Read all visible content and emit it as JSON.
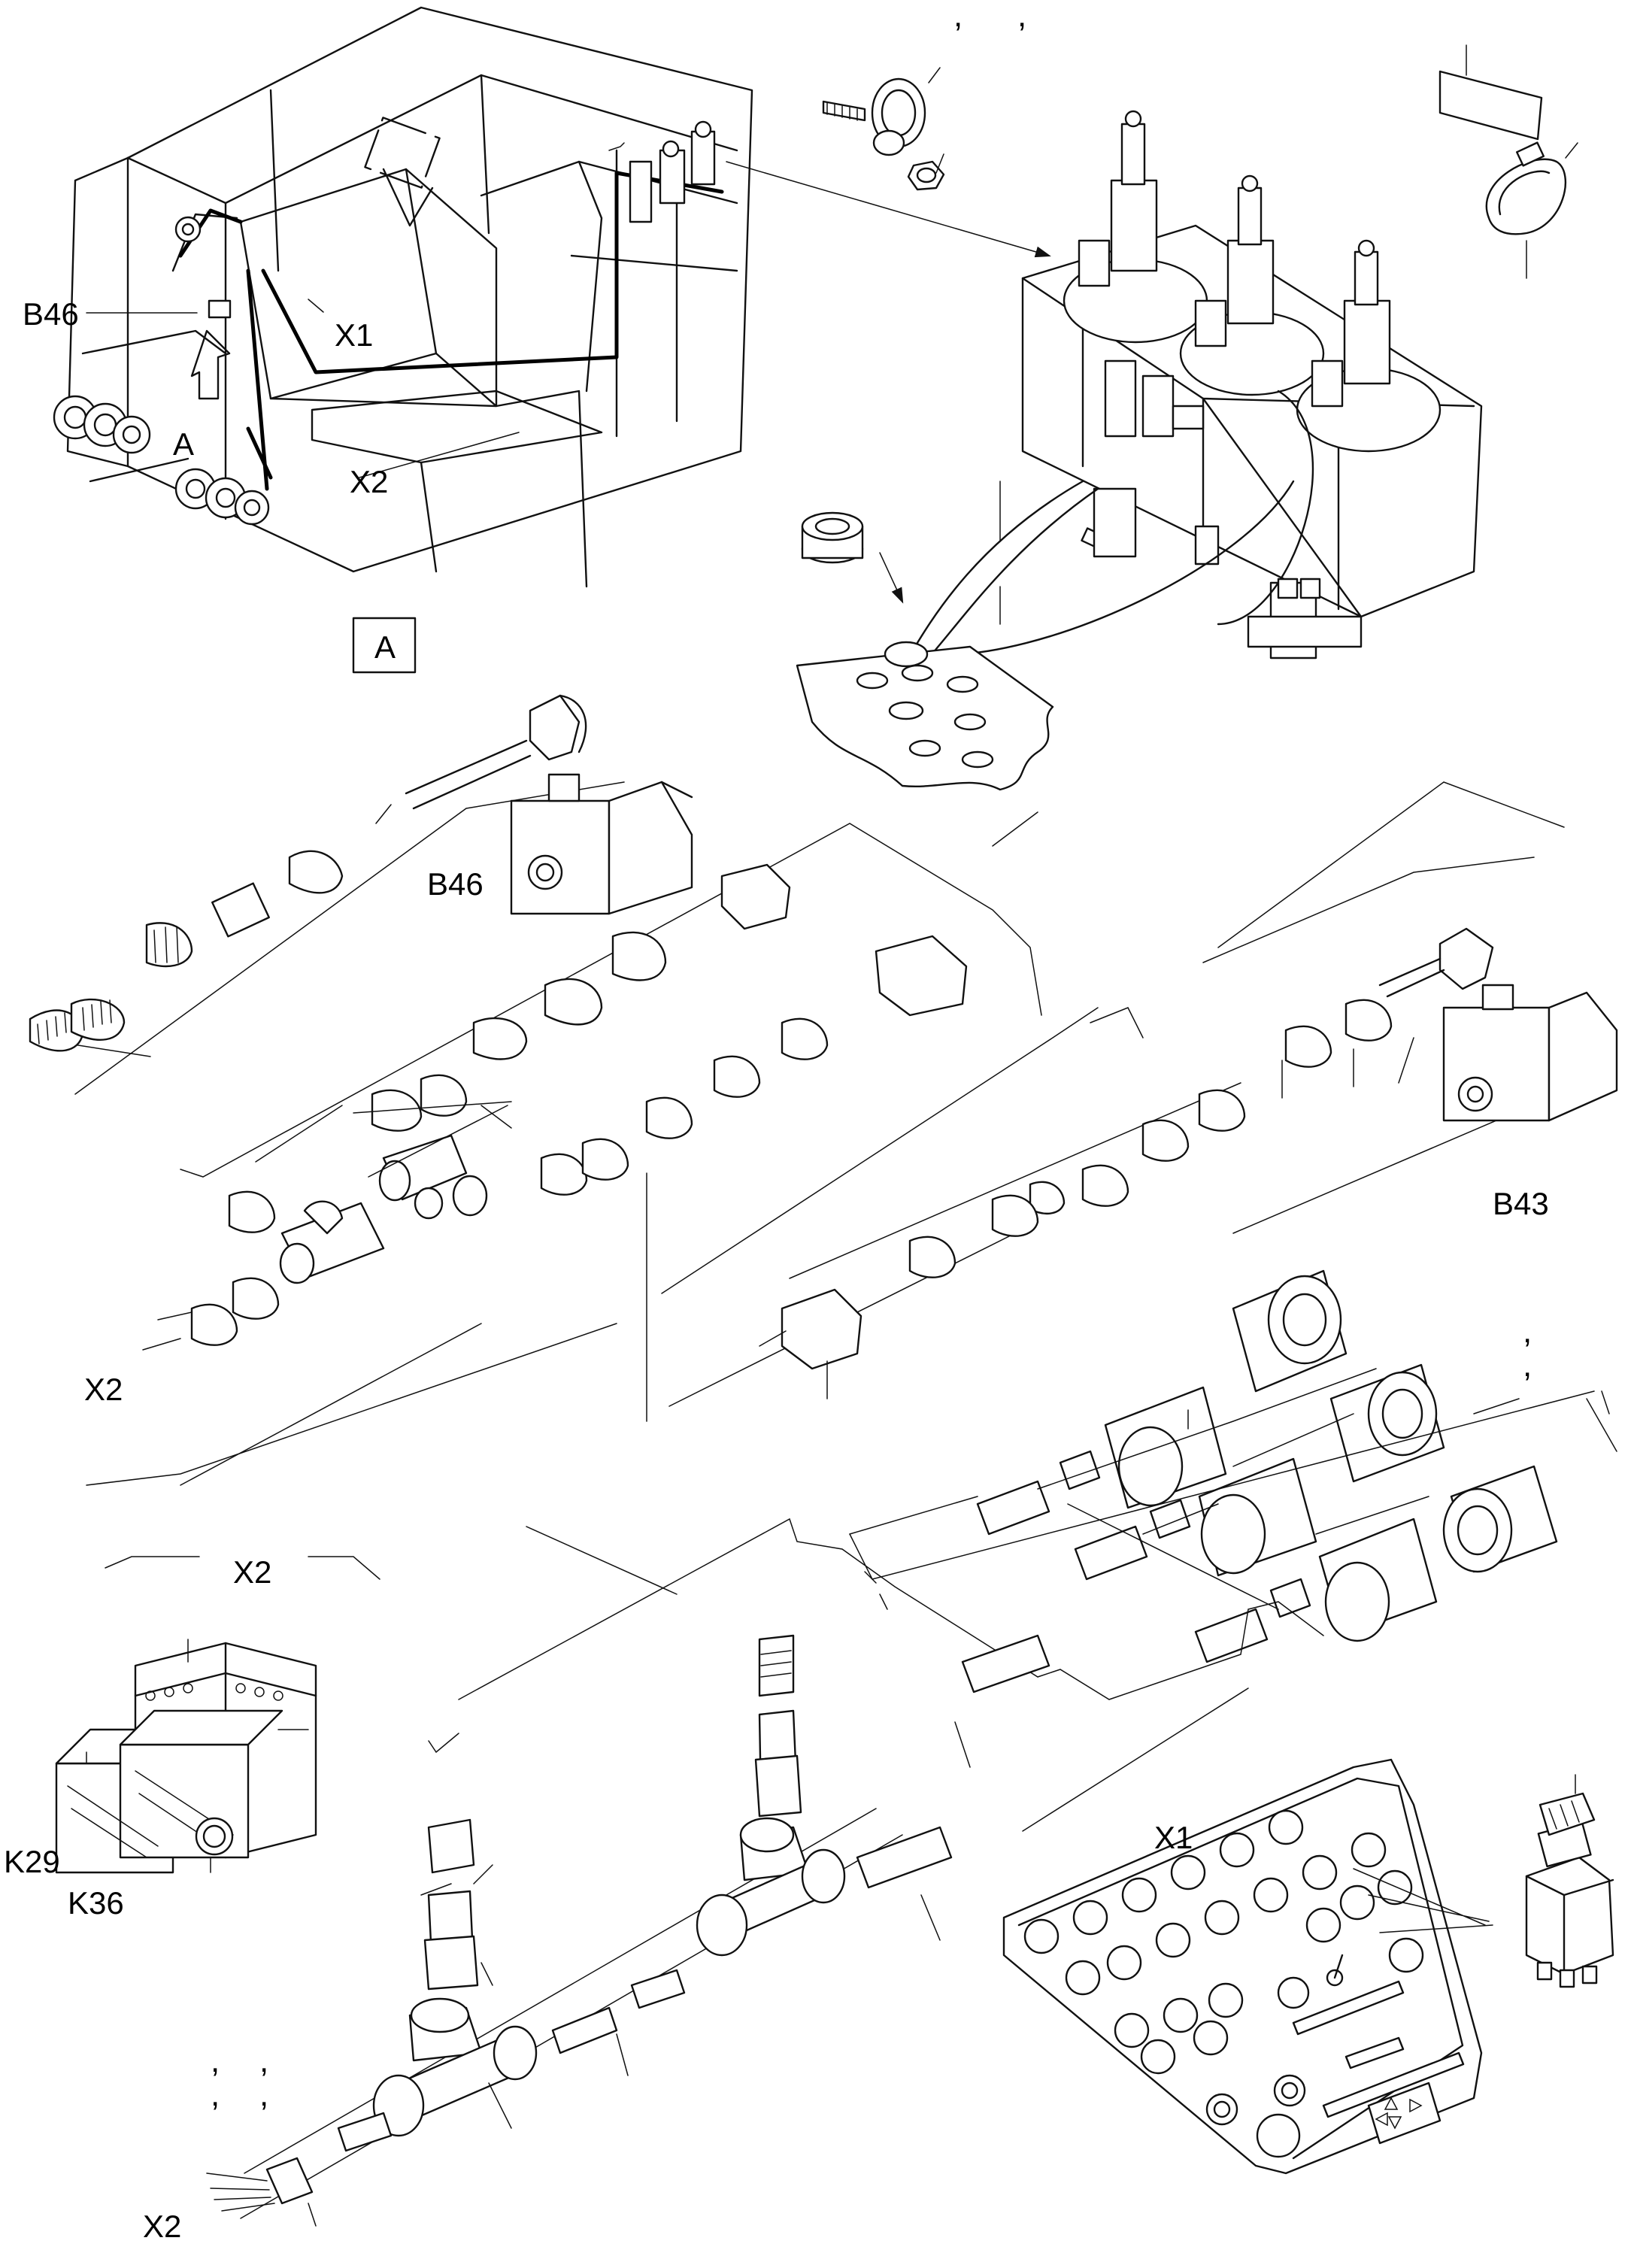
{
  "labels": {
    "b46_top": "B46",
    "x1_top": "X1",
    "x2_top": "X2",
    "a_top": "A",
    "view_a": "A",
    "b46_mid": "B46",
    "b43": "B43",
    "x2_left": "X2",
    "x2_header": "X2",
    "k29": "K29",
    "k36": "K36",
    "x2_bottom": "X2",
    "x1_panel": "X1"
  },
  "marks": {
    "comma": ","
  }
}
